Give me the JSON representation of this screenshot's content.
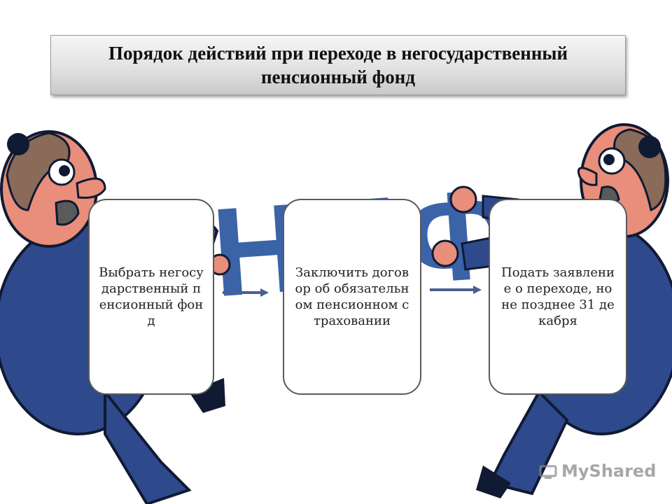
{
  "title": "Порядок действий при переходе в негосударственный пенсионный фонд",
  "background_logo": "НПФ",
  "steps": [
    {
      "text": "Выбрать негосударственный пенсионный фонд"
    },
    {
      "text": "Заключить договор об обязательном пенсионном страховании"
    },
    {
      "text": "Подать заявление о переходе, но не позднее 31 декабря"
    }
  ],
  "watermark": "MyShared",
  "colors": {
    "suit": "#2e4a8c",
    "arrow": "#4a5f8f",
    "logo": "#3b63a8",
    "skin": "#e88e7a"
  }
}
